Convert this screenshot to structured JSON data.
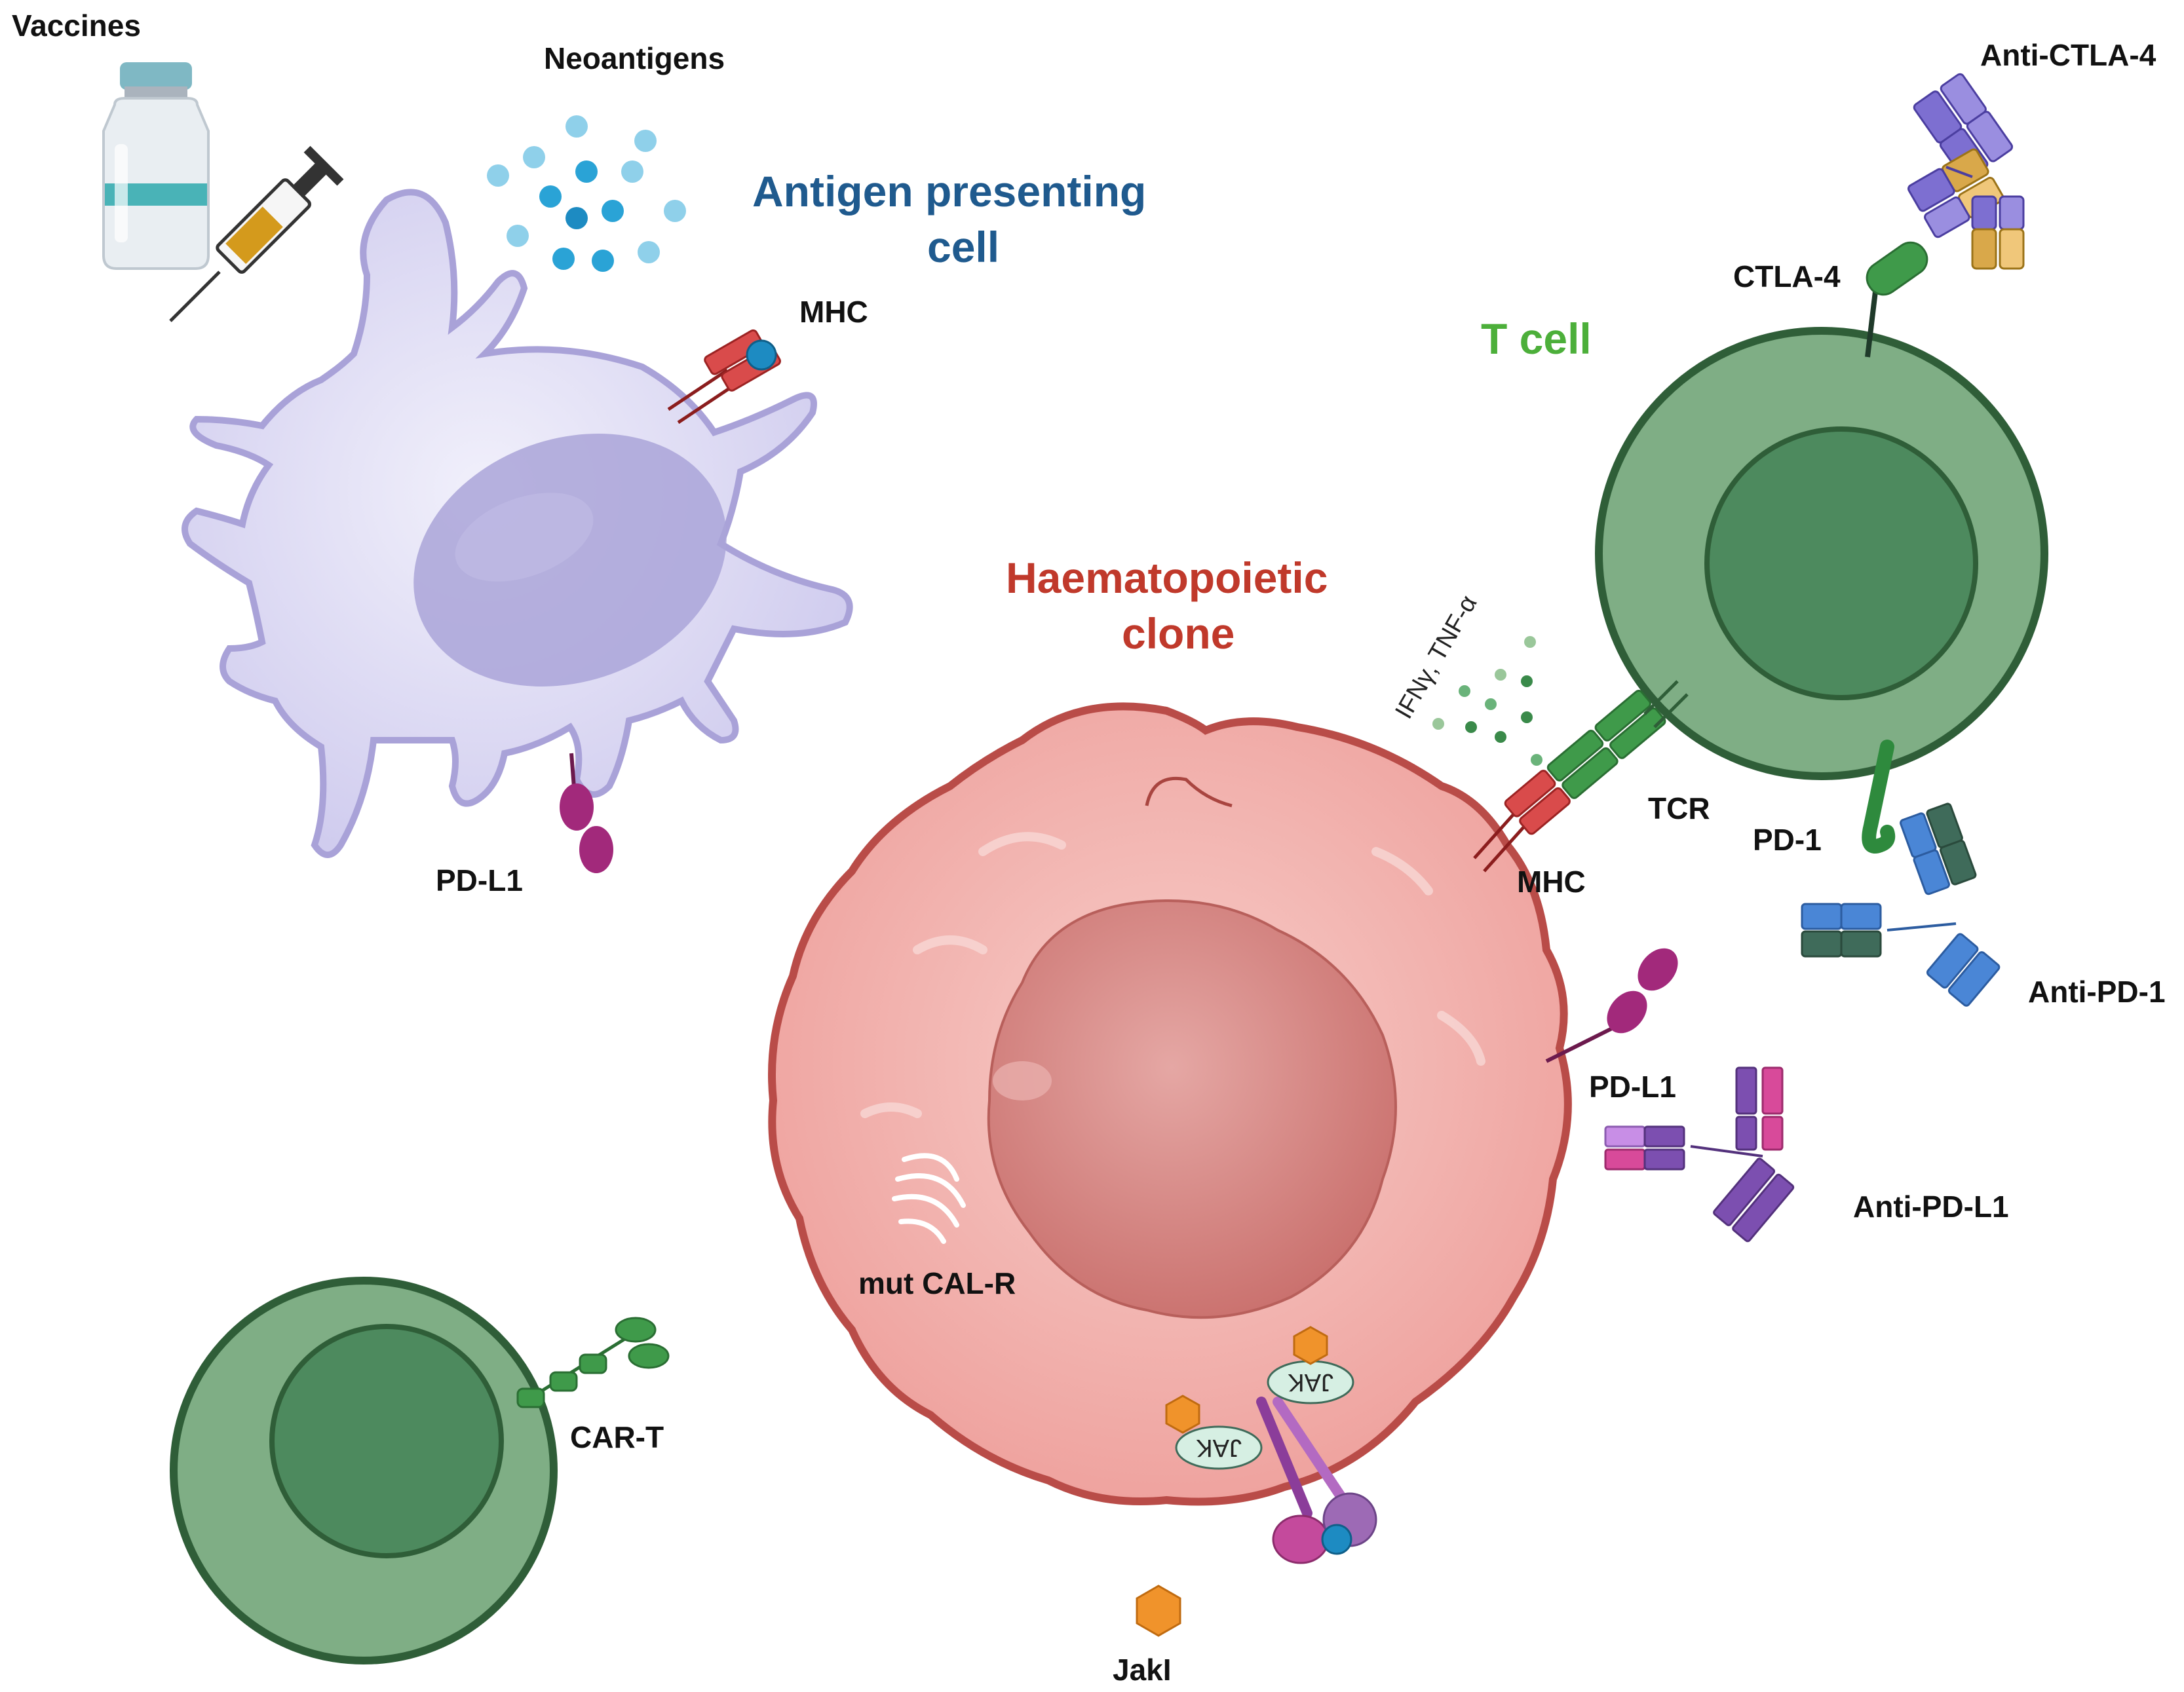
{
  "labels": {
    "vaccines": "Vaccines",
    "neoantigens": "Neoantigens",
    "apc_title_line1": "Antigen presenting",
    "apc_title_line2": "cell",
    "mhc_apc": "MHC",
    "pdl1_apc": "PD-L1",
    "anti_ctla4": "Anti-CTLA-4",
    "ctla4": "CTLA-4",
    "tcell_title": "T cell",
    "clone_title_line1": "Haematopoietic",
    "clone_title_line2": "clone",
    "cytokines": "IFNγ, TNF-α",
    "tcr": "TCR",
    "mhc_clone": "MHC",
    "pd1": "PD-1",
    "anti_pd1": "Anti-PD-1",
    "pdl1_clone": "PD-L1",
    "anti_pdl1": "Anti-PD-L1",
    "mut_calr": "mut CAL-R",
    "car_t": "CAR-T",
    "jak_label": "JAK",
    "jaki": "JakI"
  },
  "colors": {
    "apc_title": "#1f5a8e",
    "tcell_title": "#4caf3a",
    "clone_title": "#c0392b",
    "apc_body": "#d8d6f2",
    "apc_outline": "#a9a2d8",
    "apc_nucleus": "#aaa4d8",
    "tcell_body": "#7fae85",
    "tcell_nucleus": "#4d8a5e",
    "tcell_outline": "#2f5e38",
    "clone_body": "#f2b1ad",
    "clone_outline": "#b94c48",
    "clone_nucleus": "#d7817e",
    "jak_inhibitor": "#f0932b",
    "antigen": "#2aa3d6"
  }
}
